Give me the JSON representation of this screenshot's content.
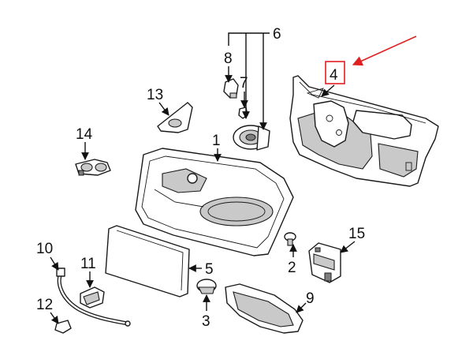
{
  "callouts": {
    "c1": "1",
    "c2": "2",
    "c3": "3",
    "c4": "4",
    "c5": "5",
    "c6": "6",
    "c7": "7",
    "c8": "8",
    "c9": "9",
    "c10": "10",
    "c11": "11",
    "c12": "12",
    "c13": "13",
    "c14": "14",
    "c15": "15"
  },
  "colors": {
    "highlight_box": "#e02020",
    "pointer_arrow": "#e02020",
    "line_art": "#1a1a1a"
  }
}
